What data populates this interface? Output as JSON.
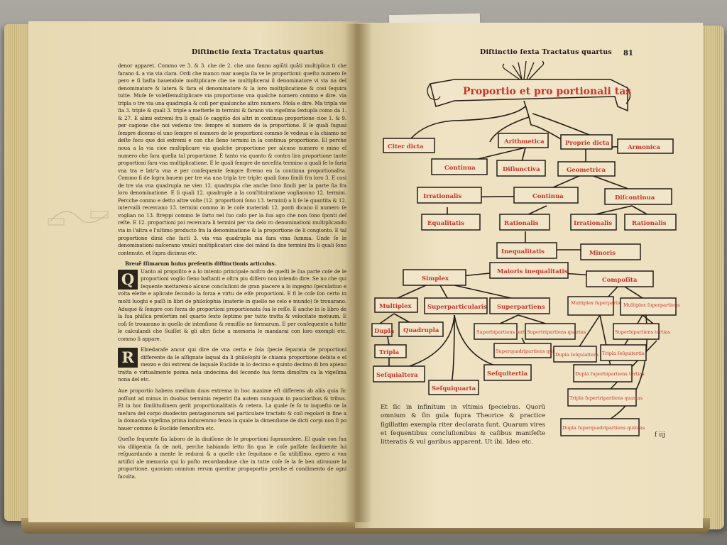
{
  "left_page": {
    "running_head": "Diſtinctio ſexta Tractatus quartus",
    "paragraphs": [
      "denor apparet. Commo ve 3. & 3. che de 2. che uno fanno agiũti quãti multiplica ti che farano 4. a via via clara. Ordi che manco mar auegia ſia ve le proportioni: queſto numero ſe pero e ſi baſta bauendole moltiplicare cbe ne multiplicerai il denominatore vi via na del denominatore & latera & fara el denominatore & la loro moltiplicatione & cosi ſequira tutte. Muſe ſe voleſſemultiplicare via proportione vna qualche numero commo e dire. via tripla o tre via una quadrupla & coſi per qualunche altro numero. Mola e dire. Ma tripla vie ſia 3. triple & quali 3. triple a metterle in termini & farann via vigeſima ſextupla como da 1. & 27. E alimi extremi fra li quali ſe caggiũo doi altri in continua proportione cioe 1. & 9. per cagione che noi vedemo tre: ſempre el numero de la proportione. E le quali ſuguai ſempre dicemo el uno ſempre el numero de le proportioni commo ſe vedeua e la chiamo ne deſte foco que doi extremi e con che ſieno termini in la continua proportione. El perche noua a la via cioe multiplicare via qualche proportione per alcuno numero e mino el numero che fara quella tal proportione. E tanto via quanto & contra lira proportione tante proportioni fara vna multiplicatione. E le quali ſempre de neceſita termino a quali ſe lo faria vna tra e latr'a vna e per conſequente ſempre ſtremo en la continua proportionalita. Commo ſi de ſopra bauem per tre via una tripla tre triple: quali ſono ſimili fra loro 3. E cosi de tre via vna quadrupla ne vien 12. quadrupla che anche ſono ſimili per la parte ſia fra loro denominatione. E li quali 12. quadruple a la conſtituiratione voglianono 12. termini. Percche conmo e detto altre volte (12. proportioni ſono 13. termini) a li ſe le quantita & 12. intervalli recercano 13. termini commo in le coſe materiali 12. ponti dicano il numero ſe voglian no 13. ſtreppi commo ſe ſarto nel ſuo caſo per la ſua ago che non ſono ſponti del reſte. E 12. proportioni poi recercara li termini per via delo ro denominationi multiplicando via in l'altra e l'ultimo producto fra la denominatione & la proportione de li congionto. E tal proportione dirai che facti 3. via vna quadrupla ma fara vina ſumma. Unde ſe le denominationi naſcerano vnulci multiplicatori cioe doi mãnd ſa dne termini fra li quali ſono contenute. et ſupra dicimus etc.",
      "Breuẽ ſſimarum huius preſentis diſtinctionis articulus.",
      "Uanto al propoſito e a lo intento principale noſtro de queſti le ſua parte coſe de le proportioni voglio ſieno baſtanti e oltra piu diſſero non intendo dire. Se no che qui ſequente mettaremo alcune concluſioni de gran piacere a lo ingegno ſpeculatiuo e volta elette e aplicate ſecondo la forza e virtu de eſſe proportioni. E fi le coſe ſon certo in molti luoghi e paſſi in libri de philoſophia (materie in quello ne celo e mundo) ſe trouarano. Aduque & ſempre con forza de proportioni proportionata ſua le reſſe. E anche in lo libro de la ſua phiſica preſertim nel quarto ſexto ſeptimo per tutto tratta & velocitate motuum. E coſi ſe trouarano in quello de intenſione & remiſſio ne formarum. E per conſequente a tutte le calculandi che Suiſſet & gli altri ſiche a memoria le mandarai con loro exempli etc. commo li appare.",
      "Ebiedarafe ancor qui dire de vna certa e ſola ſpecie ſeparata de proportioni differente da le aſſignate laqual da li philoſophi ſe chiama proportione debita e el mezzo e doi extremi de laquale Euclide in lo decimo e quinto decimo di bro apieno tratta e virtualmente poima nela undecima del ſecondo ſua forza dimoſtra ca la vigeſima nona del etc.",
      "Aue proportio habens medium duos extrema in hoc maxime eſt differens ab aliis quia ſic poſſunt ad minus in duobus terminis reperiri ſta autem nunquam in paucioribus & tribus. Et in hoc ſimilitudinem gerit proportionalitatis & cetera. La quale ſe ſo to inqueſto ne la meſura del corpo duodecim pentagonorum nel particulare tractato & coſi regolari in fine a la domanda vigeſima prima induremmo fenza la quale la dimenſione de dicti corpi non ſi po hauer commo & Euclide ſemonſtra etc.",
      "Queſto ſequente ſia laboro de la diuiſione de le proportioni ſoprauedere. El quale con ſua via diligentia fa de noti, perche babiando letto fin qua le coſe paſſate facilmente lui reſguardando a mente le redurai & a quelle che ſequitano e ſia utiliſſimo, epero a vna artifici ale memoria qui lo poſto recordandoue che in tutte coſe ſe la ſe ben atirouare la proportione. quoniam omnium rerum queritur propoportio perche el condimento de ogni facolta."
    ],
    "dropcap_1": "Q",
    "dropcap_2": "R"
  },
  "right_page": {
    "running_head": "Diſtinctio ſexta Tractatus quartus",
    "folio": "81",
    "banner": "Proportio et pro portionali tas",
    "nodes": {
      "citer_dicta": "Citer dicta",
      "arithmetica": "Arithmetica",
      "proprie_dicta": "Proprie dicta",
      "armonica": "Armonica",
      "continua_top": "Continua",
      "disiunctiva": "Diſiunctiva",
      "geometrica": "Geometrica",
      "irrationalis": "Irrationalis",
      "continua_mid": "Continua",
      "discontinua": "Diſcontinua",
      "equalitatis": "Equalitatis",
      "rationalis_mid": "Rationalis",
      "irrationalis_right": "Irrationalis",
      "rationalis_right": "Rationalis",
      "inequalitatis": "Inequalitatis",
      "maioris_inequalitatis": "Maioris inequalitatis",
      "minoris": "Minoris",
      "simplex": "Simplex",
      "composita": "Compoſita",
      "multiplex": "Multiplex",
      "superparticularis": "Superparticularis",
      "superpartiens": "Superpartiens",
      "multiplex_superparticularis": "Multiplex ſuperparticularis",
      "multiplex_superpartiens": "Multiplex ſuperpartiens",
      "dupla": "Dupla",
      "quadrupla": "Quadrupla",
      "tripla": "Tripla",
      "superbipartiens_tertias": "Superbipartiens tertias",
      "supertripartiens_quartas": "Supertripartiens quartas",
      "superquadripartiens_quintas": "Superquadripartiens quintas",
      "superbipartiens_tertias_2": "Superbipartiens tertias",
      "dupla_sesquialtera": "Dupla ſeſquialtera",
      "tripla_sesquitertia": "Tripla ſeſquitertia",
      "sesquialtera": "Seſquialtera",
      "sesquitertia": "Seſquitertia",
      "sesquiquarta": "Seſquiquarta",
      "dupla_superbipartiens": "Dupla ſuperbipartiens tertias",
      "tripla_supertripartiens": "Tripla ſupertripartiens quartas",
      "dupla_superquadripartiens": "Dupla ſuperquadripartiens quintas"
    },
    "bottom_text": "Et ſic in infinitum in vltimis ſpeciebus. Quorũ omnium & ſin gula ſupra Theorice & practice ſigillatim exempla riter declarata ſunt. Quarum vires et ſequentibus concluſionibus & caſibus maniſeſte litteratis & vul garibus apparent. Ut ibi. Ideo etc.",
    "bottom_mark": "f iij"
  },
  "colors": {
    "rubric_red": "#c8342a",
    "ink": "#241c15",
    "paper": "#ece0bf"
  }
}
